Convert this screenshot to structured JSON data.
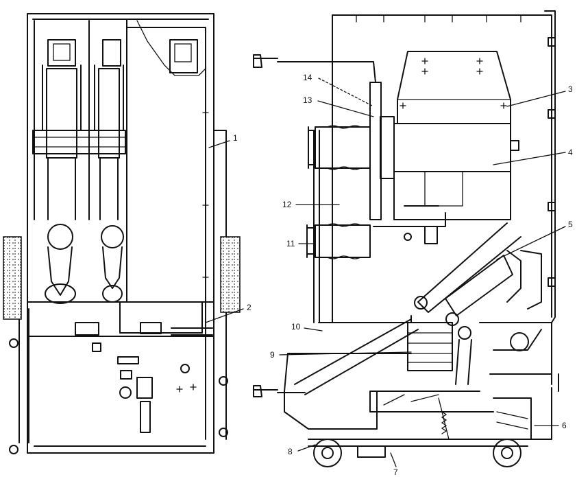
{
  "labels": [
    {
      "id": "1",
      "text": "1"
    },
    {
      "id": "2",
      "text": "2"
    },
    {
      "id": "3",
      "text": "3"
    },
    {
      "id": "4",
      "text": "4"
    },
    {
      "id": "5",
      "text": "5"
    },
    {
      "id": "6",
      "text": "6"
    },
    {
      "id": "7",
      "text": "7"
    },
    {
      "id": "8",
      "text": "8"
    },
    {
      "id": "9",
      "text": "9"
    },
    {
      "id": "10",
      "text": "10"
    },
    {
      "id": "11",
      "text": "11"
    },
    {
      "id": "12",
      "text": "12"
    },
    {
      "id": "13",
      "text": "13"
    },
    {
      "id": "14",
      "text": "14"
    }
  ]
}
